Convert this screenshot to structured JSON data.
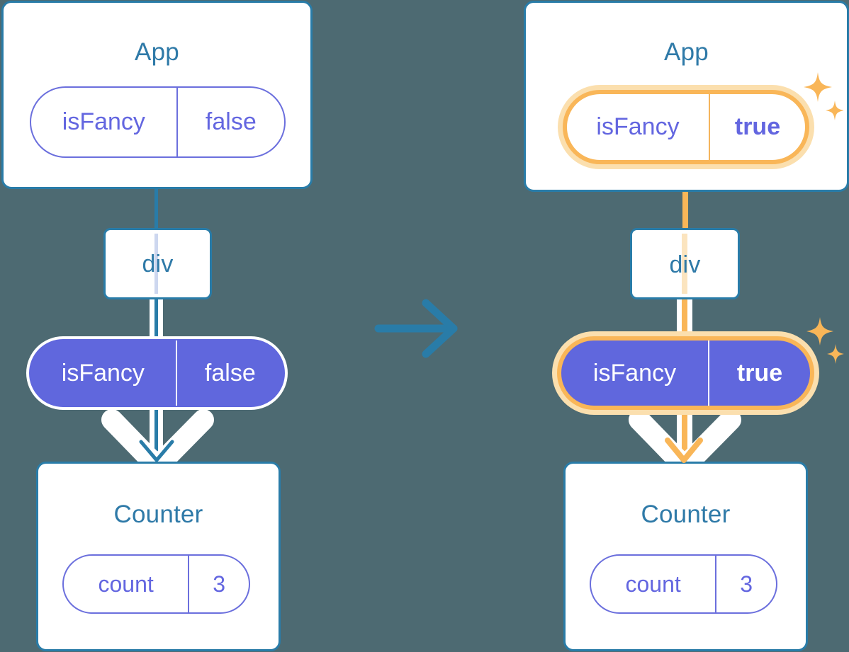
{
  "background_color": "#4d6a72",
  "palette": {
    "card_border": "#297CA8",
    "title_text": "#2f7aa8",
    "pill_purple": "#6067dd",
    "pill_outline_stroke": "#6b6fdd",
    "highlight_orange": "#f9b658",
    "highlight_glow": "#fbdfae",
    "connector_white": "#ffffff",
    "connector_blue": "#297CA8",
    "connector_lilac": "#cdd7ef"
  },
  "mid_arrow": {
    "icon": "arrow-right-icon",
    "color": "#297CA8",
    "label": "transition to next state"
  },
  "before": {
    "app_card": {
      "title": "App",
      "state_pill": {
        "name": "isFancy",
        "value": "false",
        "highlighted": false,
        "style": "outline"
      }
    },
    "div_node": {
      "label": "div"
    },
    "prop_pill": {
      "name": "isFancy",
      "value": "false",
      "highlighted": false,
      "style": "solid"
    },
    "counter_card": {
      "title": "Counter",
      "state_pill": {
        "name": "count",
        "value": "3",
        "highlighted": false,
        "style": "outline"
      }
    }
  },
  "after": {
    "app_card": {
      "title": "App",
      "state_pill": {
        "name": "isFancy",
        "value": "true",
        "highlighted": true,
        "style": "outline"
      },
      "sparkle": "sparkles-icon"
    },
    "div_node": {
      "label": "div"
    },
    "prop_pill": {
      "name": "isFancy",
      "value": "true",
      "highlighted": true,
      "style": "solid",
      "sparkle": "sparkles-icon"
    },
    "counter_card": {
      "title": "Counter",
      "state_pill": {
        "name": "count",
        "value": "3",
        "highlighted": false,
        "style": "outline"
      }
    }
  }
}
